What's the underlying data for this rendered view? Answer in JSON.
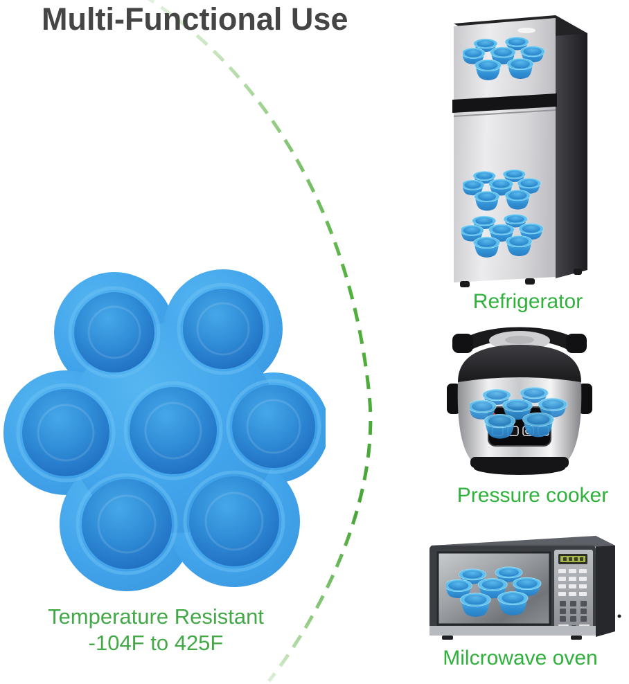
{
  "title": {
    "text": "Multi-Functional Use",
    "color": "#454545"
  },
  "accent": {
    "label_green": "#2fb13c",
    "caption_green": "#43a847",
    "dash_green": "#4ead3b",
    "tray_blue": "#41a5ec",
    "cavity_blue": "#2b86d0",
    "cup_rim_blue": "#5fc0ee"
  },
  "product": {
    "name": "silicone egg bites mold, 7 cavities",
    "caption": {
      "line1": "Temperature Resistant",
      "line2": "-104F to 425F"
    }
  },
  "appliances": {
    "refrigerator": {
      "label": "Refrigerator"
    },
    "pressure_cooker": {
      "label": "Pressure cooker"
    },
    "microwave": {
      "label": "Milcrowave oven"
    }
  }
}
